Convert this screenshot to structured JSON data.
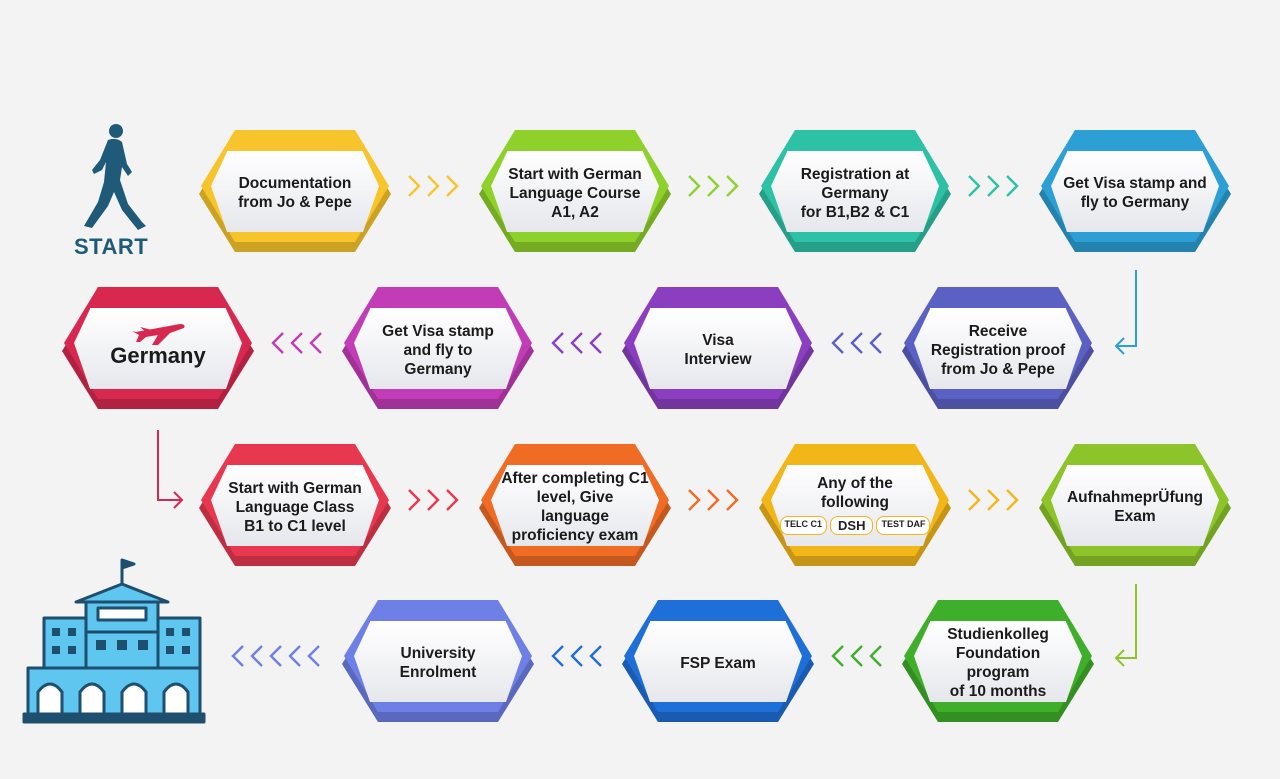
{
  "start_label": "START",
  "nodes": {
    "n1": {
      "text": "Documentation\nfrom Jo & Pepe",
      "color": "#f7c52b"
    },
    "n2": {
      "text": "Start with German\nLanguage Course\nA1, A2",
      "color": "#8fd12b"
    },
    "n3": {
      "text": "Registration at\nGermany\nfor B1,B2 & C1",
      "color": "#2dc2a5"
    },
    "n4": {
      "text": "Get Visa stamp and\nfly to Germany",
      "color": "#2c9fd4"
    },
    "n5": {
      "text": "Receive\nRegistration proof\nfrom Jo & Pepe",
      "color": "#5b61c4"
    },
    "n6": {
      "text": "Visa\nInterview",
      "color": "#8b3fc0"
    },
    "n7": {
      "text": "Get Visa stamp\nand fly to\nGermany",
      "color": "#c33cb7"
    },
    "n8": {
      "text": "Germany",
      "color": "#d8284f"
    },
    "n9": {
      "text": "Start with German\nLanguage Class\nB1 to C1 level",
      "color": "#e8384f"
    },
    "n10": {
      "text": "After completing C1\nlevel, Give language\nproficiency exam",
      "color": "#f06b24"
    },
    "n11": {
      "text": "Any of the following",
      "color": "#f3b619",
      "badges": [
        "TELC C1",
        "DSH",
        "TEST DAF"
      ]
    },
    "n12": {
      "text": "AufnahmeprÜfung\nExam",
      "color": "#8cc42a"
    },
    "n13": {
      "text": "Studienkolleg\nFoundation program\nof 10 months",
      "color": "#3fae2a"
    },
    "n14": {
      "text": "FSP Exam",
      "color": "#1f6fd8"
    },
    "n15": {
      "text": "University\nEnrolment",
      "color": "#6e7fe6"
    }
  },
  "icons": {
    "walker": "walking-person-icon",
    "plane": "airplane-icon",
    "university": "university-building-icon"
  },
  "colors": {
    "start_text": "#1f5b78",
    "building": "#5ec6ef",
    "building_outline": "#1e4f6e"
  }
}
